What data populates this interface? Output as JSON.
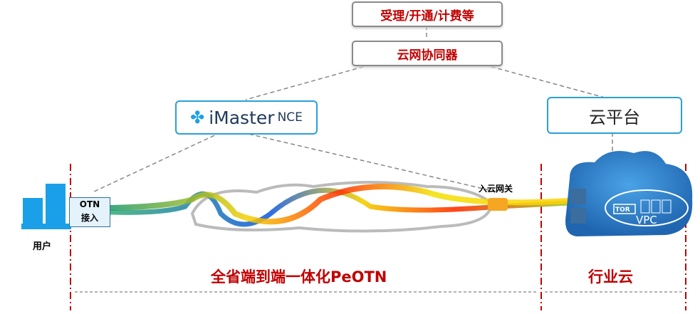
{
  "top_boxes": {
    "business": "受理/开通/计费等",
    "coordinator": "云网协同器"
  },
  "controller": {
    "brand_i": "i",
    "brand_main": "Master",
    "brand_suffix": "NCE"
  },
  "cloud_platform": "云平台",
  "user": {
    "label": "用户",
    "otn_line1": "OTN",
    "otn_line2": "接入"
  },
  "gateway": "入云网关",
  "vpc": {
    "tor": "TOR",
    "vpc": "VPC"
  },
  "spans": {
    "left": "全省端到端一体化PeOTN",
    "right": "行业云"
  },
  "colors": {
    "red": "#c00000",
    "blue": "#2aa0d8",
    "cloud": "#2f7fc4"
  }
}
